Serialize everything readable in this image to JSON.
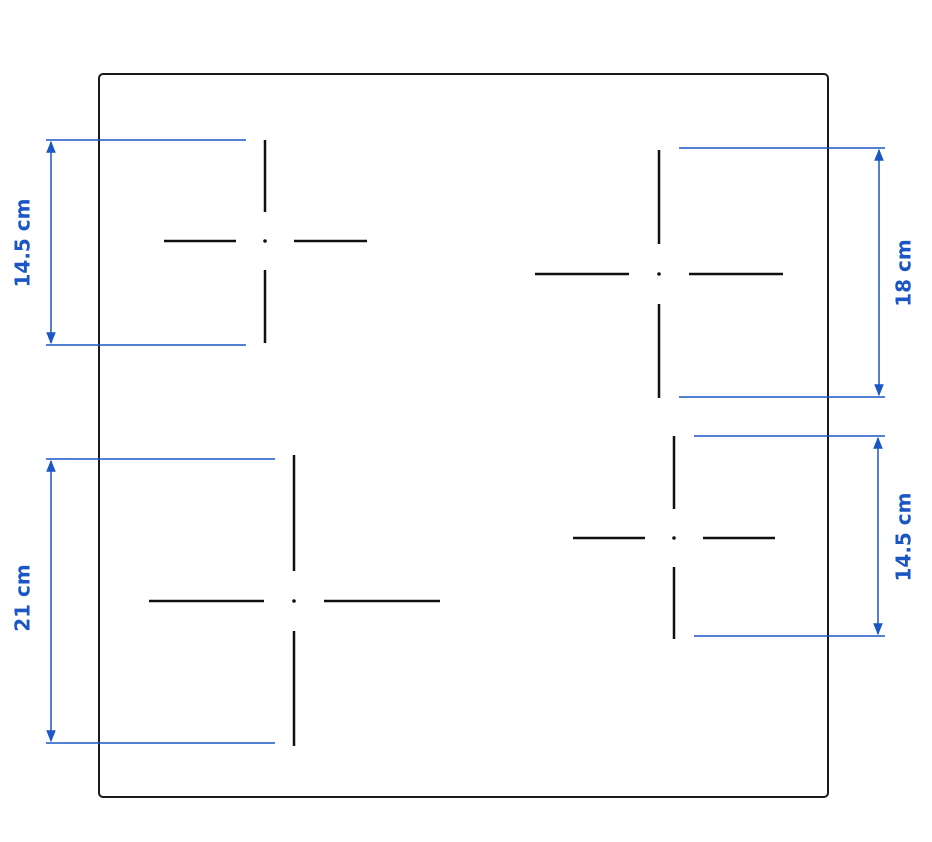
{
  "colors": {
    "outline": "#1a1a1a",
    "burner_marks": "#111111",
    "dimension": "#1a56c4"
  },
  "zones": [
    {
      "id": "top-left",
      "dimension_label": "14.5 cm"
    },
    {
      "id": "top-right",
      "dimension_label": "18 cm"
    },
    {
      "id": "bottom-left",
      "dimension_label": "21 cm"
    },
    {
      "id": "bottom-right",
      "dimension_label": "14.5 cm"
    }
  ]
}
